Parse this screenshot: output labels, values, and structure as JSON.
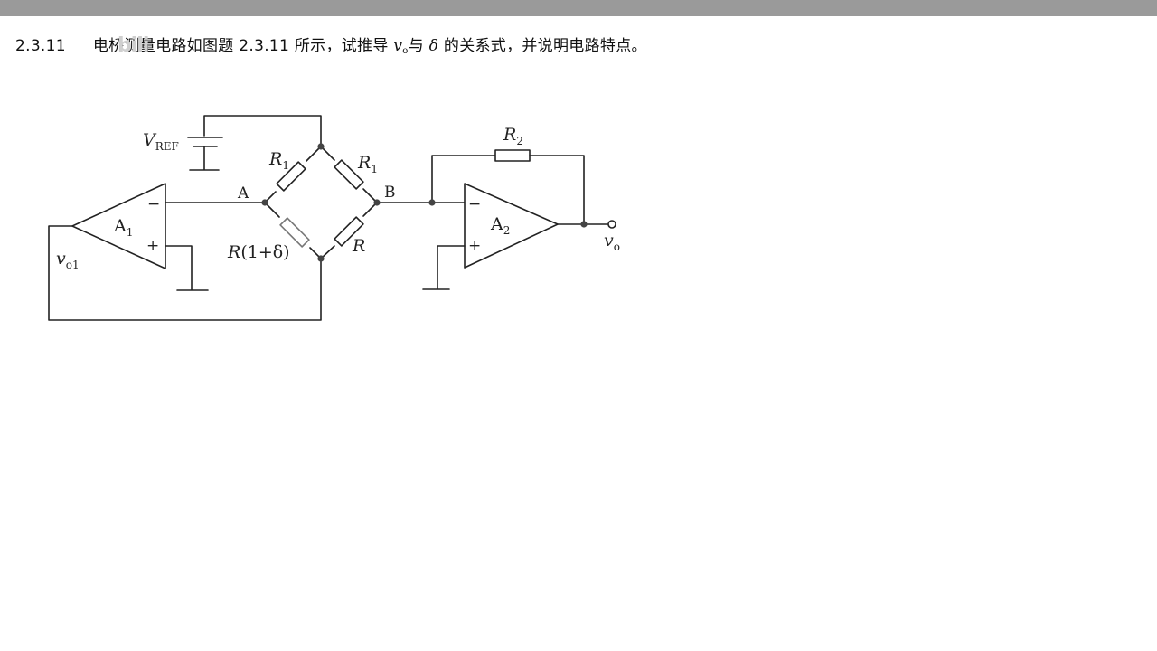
{
  "problem": {
    "number": "2.3.11",
    "text_before": "电桥测量电路如图题 2.3.11 所示，试推导",
    "var_vo": "v",
    "var_vo_sub": "o",
    "text_mid": "与",
    "var_delta": "δ",
    "text_after": "的关系式，并说明电路特点。",
    "watermark": "bili"
  },
  "circuit": {
    "vref_label": "V",
    "vref_sub": "REF",
    "r1_left_label": "R",
    "r1_left_sub": "1",
    "r1_right_label": "R",
    "r1_right_sub": "1",
    "r_delta_r": "R",
    "r_delta_rest": "(1+δ)",
    "r_label": "R",
    "r2_label": "R",
    "r2_sub": "2",
    "node_a": "A",
    "node_b": "B",
    "opamp1_label": "A",
    "opamp1_sub": "1",
    "opamp2_label": "A",
    "opamp2_sub": "2",
    "minus_sign": "−",
    "plus_sign": "+",
    "vo1_label": "v",
    "vo1_sub": "o1",
    "vo_label": "v",
    "vo_sub": "o"
  }
}
